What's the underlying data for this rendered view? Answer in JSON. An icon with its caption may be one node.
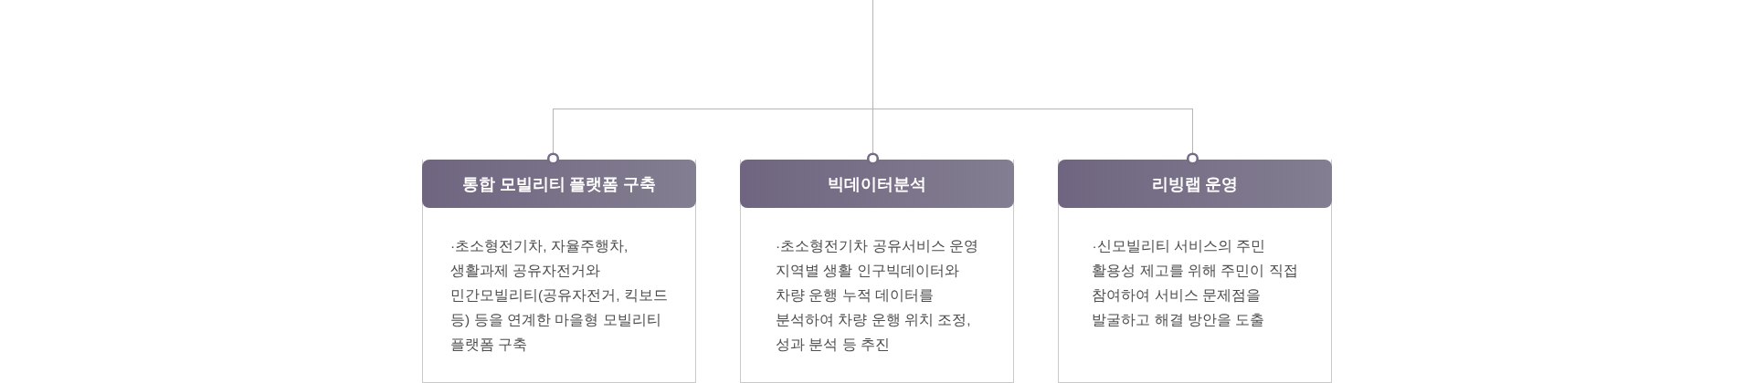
{
  "diagram": {
    "nodes": [
      {
        "text": [
          "통합 모빌리티 플랫폼 구축",
          "·초소형전기차, 자율주행차, 생활과제 공유자전거와 민간모빌리티(공유자전거, 킥보드 등) 등을 연계한 마을형 모빌리티 플랫폼 구축"
        ]
      },
      {
        "text": [
          "빅데이터분석",
          "·초소형전기차 공유서비스 운영 지역별 생활 인구빅데이터와 차량 운행 누적 데이터를 분석하여 차량 운행 위치 조정, 성과 분석 등 추진"
        ]
      },
      {
        "text": [
          "리빙랩 운영",
          "·신모빌리티 서비스의 주민 활용성 제고를 위해 주민이 직접 참여하여 서비스 문제점을 발굴하고 해결 방안을 도출"
        ]
      }
    ],
    "edges": [
      {
        "from": null,
        "to": 0,
        "arrow": "other"
      },
      {
        "from": null,
        "to": 1,
        "arrow": "other"
      },
      {
        "from": null,
        "to": 2,
        "arrow": "other"
      }
    ]
  }
}
